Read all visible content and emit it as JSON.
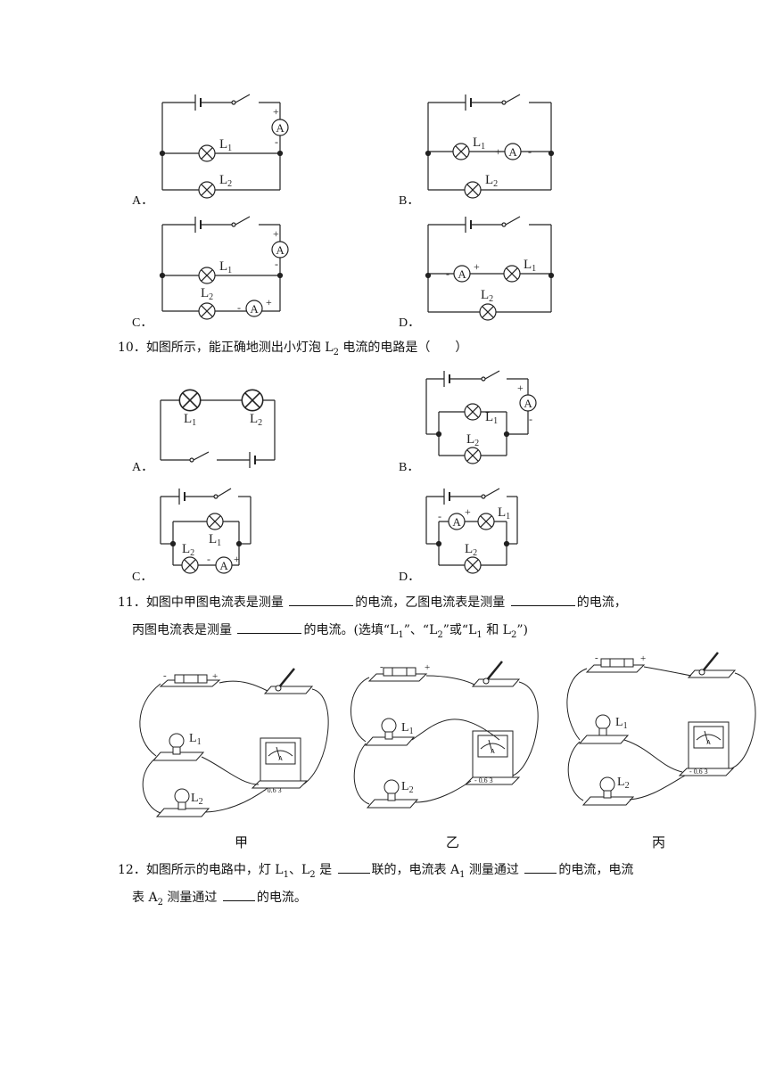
{
  "q9_options": {
    "a": "A．",
    "b": "B．",
    "c": "C．",
    "d": "D．"
  },
  "q10": {
    "number": "10．",
    "text_before": "如图所示，能正确地测出小灯泡 L",
    "sub": "2",
    "text_after": " 电流的电路是（　　）",
    "options": {
      "a": "A．",
      "b": "B．",
      "c": "C．",
      "d": "D．"
    }
  },
  "q11": {
    "number": "11．",
    "line1_part1": "如图中甲图电流表是测量",
    "line1_part2": "的电流，乙图电流表是测量",
    "line1_part3": "的电流，",
    "line2_part1": "丙图电流表是测量",
    "line2_part2": "的电流。(选填“L",
    "line2_sub1": "1",
    "line2_part3": "”、“L",
    "line2_sub2": "2",
    "line2_part4": "”或“L",
    "line2_sub3": "1",
    "line2_part5": " 和 L",
    "line2_sub4": "2",
    "line2_part6": "”)",
    "captions": [
      "甲",
      "乙",
      "丙"
    ]
  },
  "q12": {
    "number": "12．",
    "line1_part1": "如图所示的电路中，灯 L",
    "sub1": "1",
    "line1_part2": "、L",
    "sub2": "2",
    "line1_part3": " 是",
    "line1_part4": "联的，电流表 A",
    "sub3": "1",
    "line1_part5": " 测量通过",
    "line1_part6": "的电流，电流",
    "line2_part1": "表 A",
    "sub4": "2",
    "line2_part2": " 测量通过",
    "line2_part3": "的电流。"
  },
  "symbols": {
    "ammeter": "A",
    "plus": "+",
    "minus": "-",
    "lamp1": "L",
    "lamp2": "L",
    "s1": "1",
    "s2": "2",
    "meter_scale": "0.6 3"
  }
}
